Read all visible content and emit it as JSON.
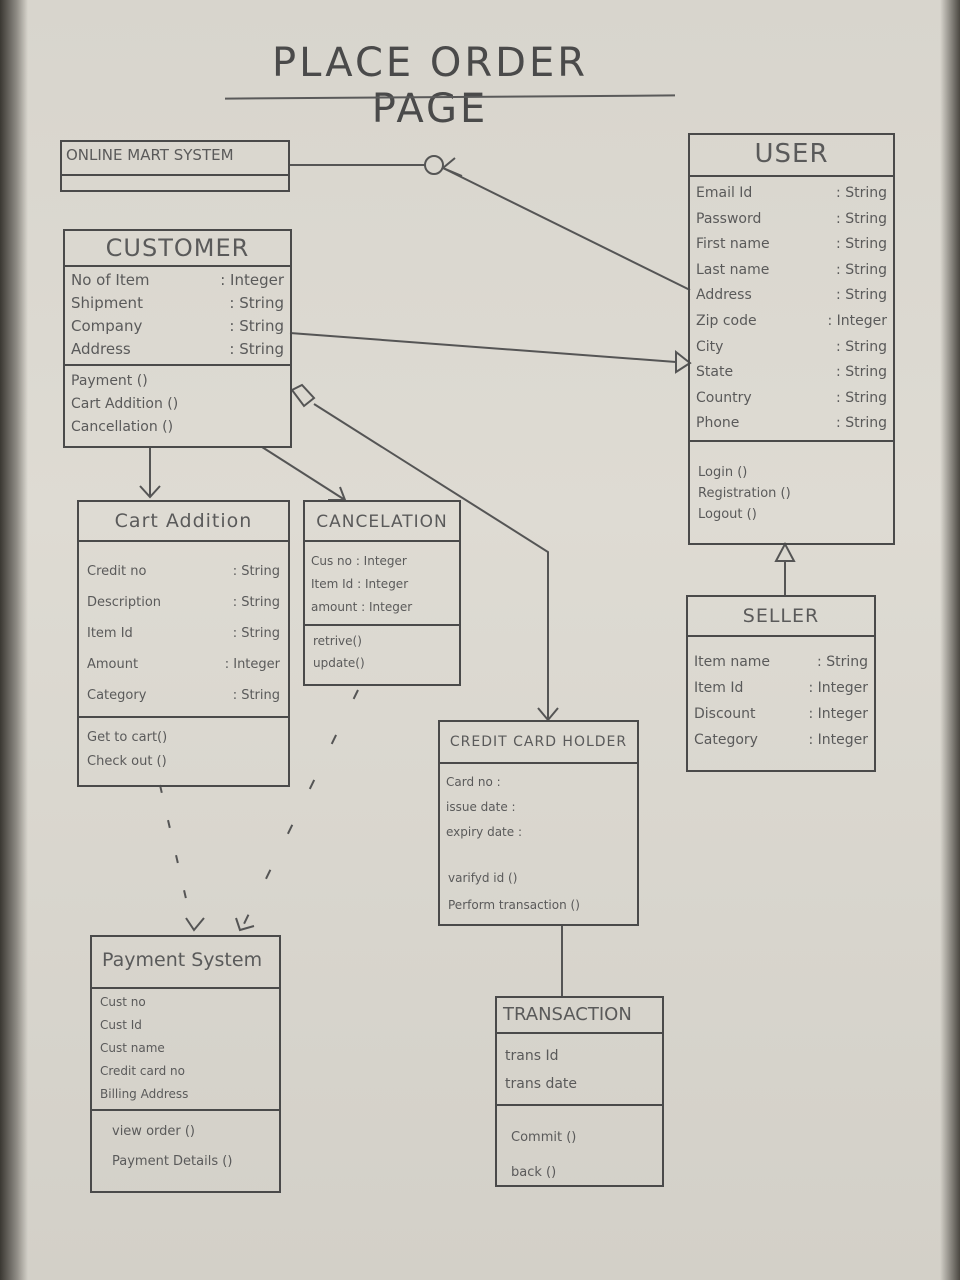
{
  "title": "PLACE ORDER PAGE",
  "online_mart": {
    "name": "ONLINE MART SYSTEM"
  },
  "user": {
    "name": "USER",
    "attributes": [
      {
        "name": "Email Id",
        "type": ": String"
      },
      {
        "name": "Password",
        "type": ": String"
      },
      {
        "name": "First name",
        "type": ": String"
      },
      {
        "name": "Last name",
        "type": ": String"
      },
      {
        "name": "Address",
        "type": ": String"
      },
      {
        "name": "Zip code",
        "type": ": Integer"
      },
      {
        "name": "City",
        "type": ": String"
      },
      {
        "name": "State",
        "type": ": String"
      },
      {
        "name": "Country",
        "type": ": String"
      },
      {
        "name": "Phone",
        "type": ": String"
      }
    ],
    "methods": [
      "Login ()",
      "Registration ()",
      "Logout ()"
    ]
  },
  "customer": {
    "name": "CUSTOMER",
    "attributes": [
      {
        "name": "No of Item",
        "type": ": Integer"
      },
      {
        "name": "Shipment",
        "type": ": String"
      },
      {
        "name": "Company",
        "type": ": String"
      },
      {
        "name": "Address",
        "type": ": String"
      }
    ],
    "methods": [
      "Payment ()",
      "Cart Addition ()",
      "Cancellation ()"
    ]
  },
  "cart_addition": {
    "name": "Cart Addition",
    "attributes": [
      {
        "name": "Credit no",
        "type": ": String"
      },
      {
        "name": "Description",
        "type": ": String"
      },
      {
        "name": "Item Id",
        "type": ": String"
      },
      {
        "name": "Amount",
        "type": ": Integer"
      },
      {
        "name": "Category",
        "type": ": String"
      }
    ],
    "methods": [
      "Get to cart()",
      "Check out ()"
    ]
  },
  "cancelation": {
    "name": "CANCELATION",
    "attributes": [
      "Cus no : Integer",
      "Item Id : Integer",
      "amount : Integer"
    ],
    "methods": [
      "retrive()",
      "update()"
    ]
  },
  "seller": {
    "name": "SELLER",
    "attributes": [
      {
        "name": "Item name",
        "type": ": String"
      },
      {
        "name": "Item Id",
        "type": ": Integer"
      },
      {
        "name": "Discount",
        "type": ": Integer"
      },
      {
        "name": "Category",
        "type": ": Integer"
      }
    ]
  },
  "credit_card_holder": {
    "name": "CREDIT CARD HOLDER",
    "attributes": [
      "Card no :",
      "issue date :",
      "expiry date :"
    ],
    "methods": [
      "varifyd id ()",
      "Perform transaction ()"
    ]
  },
  "payment_system": {
    "name": "Payment System",
    "attributes": [
      "Cust no",
      "Cust Id",
      "Cust name",
      "Credit card no",
      "Billing Address"
    ],
    "methods": [
      "view order ()",
      "Payment Details ()"
    ]
  },
  "transaction": {
    "name": "TRANSACTION",
    "attributes": [
      "trans Id",
      "trans date"
    ],
    "methods": [
      "Commit ()",
      "back ()"
    ]
  }
}
